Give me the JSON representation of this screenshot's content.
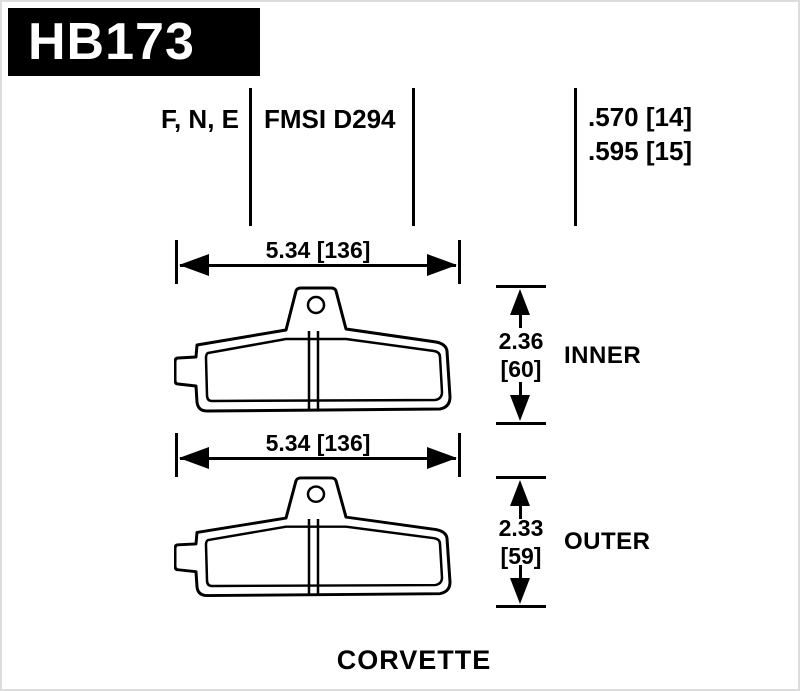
{
  "page": {
    "part_number": "HB173",
    "application": "CORVETTE"
  },
  "specs": {
    "compounds": "F, N, E",
    "fmsi": "FMSI D294",
    "thickness_line1": ".570 [14]",
    "thickness_line2": ".595 [15]"
  },
  "inner_pad": {
    "width_label": "5.34 [136]",
    "height_in": "2.36",
    "height_mm": "[60]",
    "position_label": "INNER"
  },
  "outer_pad": {
    "width_label": "5.34 [136]",
    "height_in": "2.33",
    "height_mm": "[59]",
    "position_label": "OUTER"
  },
  "colors": {
    "ink": "#000000",
    "paper": "#ffffff",
    "header_bg": "#000000",
    "header_text": "#ffffff"
  }
}
